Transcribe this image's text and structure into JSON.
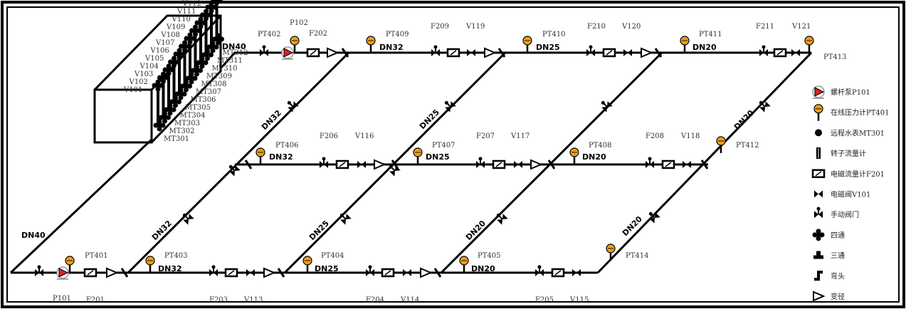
{
  "diagram": {
    "pipe_sizes": {
      "main": "DN40",
      "loop1": "DN32",
      "loop2": "DN25",
      "loop3": "DN20"
    },
    "top_row": {
      "pt402": "PT402",
      "p102": "P102",
      "f202": "F202",
      "pt409": "PT409",
      "f209": "F209",
      "v119": "V119",
      "pt410": "PT410",
      "f210": "F210",
      "v120": "V120",
      "pt411": "PT411",
      "f211": "F211",
      "v121": "V121",
      "pt413": "PT413"
    },
    "middle_row": {
      "pt406": "PT406",
      "f206": "F206",
      "v116": "V116",
      "pt407": "PT407",
      "f207": "F207",
      "v117": "V117",
      "pt408": "PT408",
      "f208": "F208",
      "v118": "V118",
      "pt412": "PT412"
    },
    "bottom_row": {
      "pt401": "PT401",
      "p101": "P101",
      "f201": "F201",
      "pt403": "PT403",
      "f203": "F203",
      "v113": "V113",
      "pt404": "PT404",
      "f204": "F204",
      "v114": "V114",
      "pt405": "PT405",
      "f205": "F205",
      "v115": "V115",
      "pt414": "PT414"
    },
    "manifold_valves": [
      "V101",
      "V102",
      "V103",
      "V104",
      "V105",
      "V106",
      "V107",
      "V108",
      "V109",
      "V110",
      "V111",
      "V112"
    ],
    "water_meters": [
      "MT301",
      "MT302",
      "MT303",
      "MT304",
      "MT305",
      "MT306",
      "MT307",
      "MT308",
      "MT309",
      "MT310",
      "MT311",
      "MT312"
    ]
  },
  "legend": [
    {
      "icon": "screw-pump-icon",
      "label": "螺杆泵P101"
    },
    {
      "icon": "pressure-gauge-icon",
      "label": "在线压力计PT401"
    },
    {
      "icon": "water-meter-icon",
      "label": "远程水表MT301"
    },
    {
      "icon": "rotameter-icon",
      "label": "转子流量计"
    },
    {
      "icon": "electromagnetic-flowmeter-icon",
      "label": "电磁流量计F201"
    },
    {
      "icon": "solenoid-valve-icon",
      "label": "电磁阀V101"
    },
    {
      "icon": "manual-valve-icon",
      "label": "手动阀门"
    },
    {
      "icon": "four-way-icon",
      "label": "四通"
    },
    {
      "icon": "tee-icon",
      "label": "三通"
    },
    {
      "icon": "elbow-icon",
      "label": "弯头"
    },
    {
      "icon": "reducer-icon",
      "label": "变径"
    }
  ],
  "colors": {
    "gauge": "#e8a020",
    "pump": "#e02020",
    "line": "#000000"
  }
}
